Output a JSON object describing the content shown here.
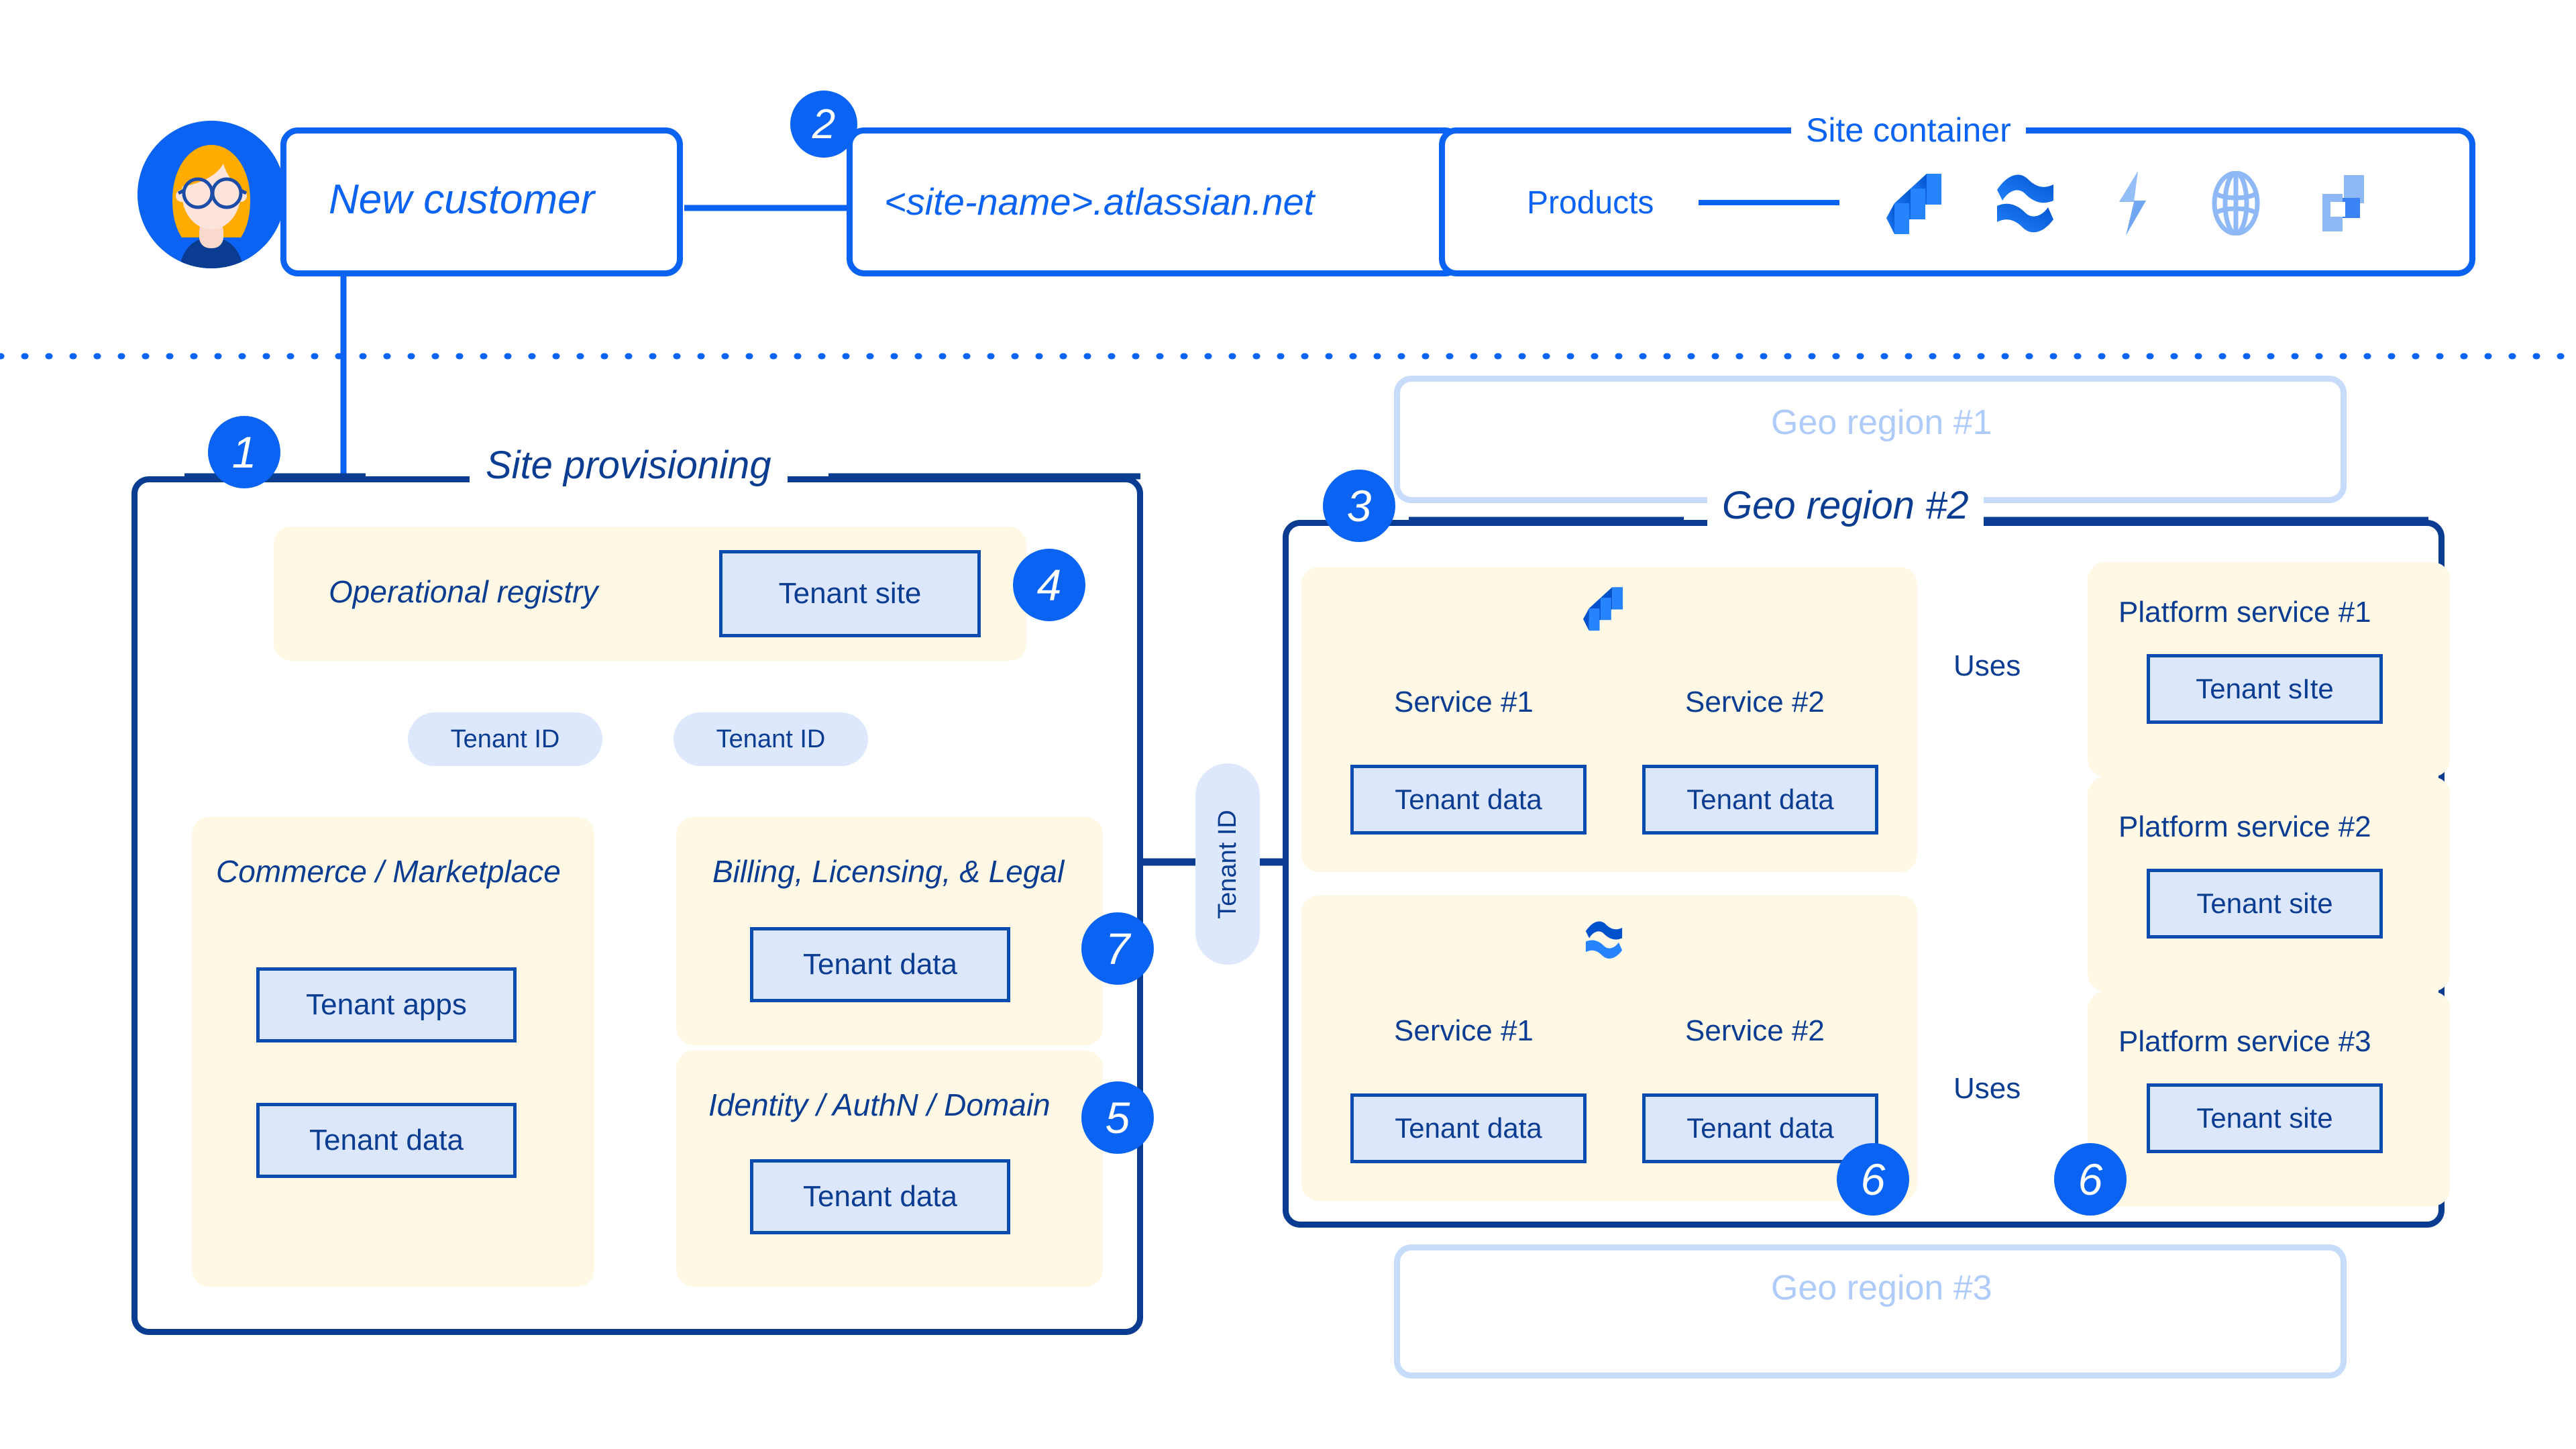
{
  "top": {
    "customer": {
      "label": "New customer",
      "avatar": "customer-avatar"
    },
    "site_url": {
      "label": "<site-name>.atlassian.net",
      "badge": "2"
    },
    "site_container": {
      "title": "Site container",
      "products_label": "Products",
      "product_icons": [
        {
          "name": "jira-icon",
          "label": "Jira"
        },
        {
          "name": "confluence-icon",
          "label": "Confluence"
        },
        {
          "name": "jira-service-management-icon",
          "label": "Jira Service Management"
        },
        {
          "name": "atlas-icon",
          "label": "Atlas"
        },
        {
          "name": "compass-icon",
          "label": "Compass"
        }
      ]
    }
  },
  "provisioning": {
    "badge": "1",
    "title": "Site provisioning",
    "registry": {
      "title": "Operational registry",
      "tenant_site": "Tenant site",
      "badge": "4"
    },
    "tenant_id_left": "Tenant ID",
    "tenant_id_right": "Tenant ID",
    "commerce": {
      "title": "Commerce / Marketplace",
      "tenant_apps": "Tenant apps",
      "tenant_data": "Tenant data"
    },
    "billing": {
      "title": "Billing, Licensing, & Legal",
      "tenant_data": "Tenant data",
      "badge": "7"
    },
    "identity": {
      "title": "Identity / AuthN / Domain",
      "tenant_data": "Tenant data",
      "badge": "5"
    }
  },
  "connector": {
    "tenant_id": "Tenant ID"
  },
  "geo_regions": {
    "region1": {
      "title": "Geo region #1"
    },
    "region3": {
      "title": "Geo region #3"
    },
    "region2": {
      "badge": "3",
      "title": "Geo region #2",
      "products": [
        {
          "icon": "jira-icon",
          "services": [
            {
              "name": "Service #1",
              "store": "Tenant data"
            },
            {
              "name": "Service #2",
              "store": "Tenant data"
            }
          ]
        },
        {
          "icon": "confluence-icon",
          "services": [
            {
              "name": "Service #1",
              "store": "Tenant data"
            },
            {
              "name": "Service #2",
              "store": "Tenant data"
            }
          ]
        }
      ],
      "uses_label_top": "Uses",
      "uses_label_bottom": "Uses",
      "platform_services": [
        {
          "title": "Platform service #1",
          "store": "Tenant sIte"
        },
        {
          "title": "Platform service #2",
          "store": "Tenant site"
        },
        {
          "title": "Platform service #3",
          "store": "Tenant site"
        }
      ],
      "badges_bottom": [
        "6",
        "6"
      ]
    }
  },
  "colors": {
    "bright_blue": "#0B63F3",
    "navy": "#0A3D91",
    "ghost_blue": "#C7DCFB",
    "card_yellow": "#FEF8E5",
    "box_blue": "#DCE7FB"
  }
}
